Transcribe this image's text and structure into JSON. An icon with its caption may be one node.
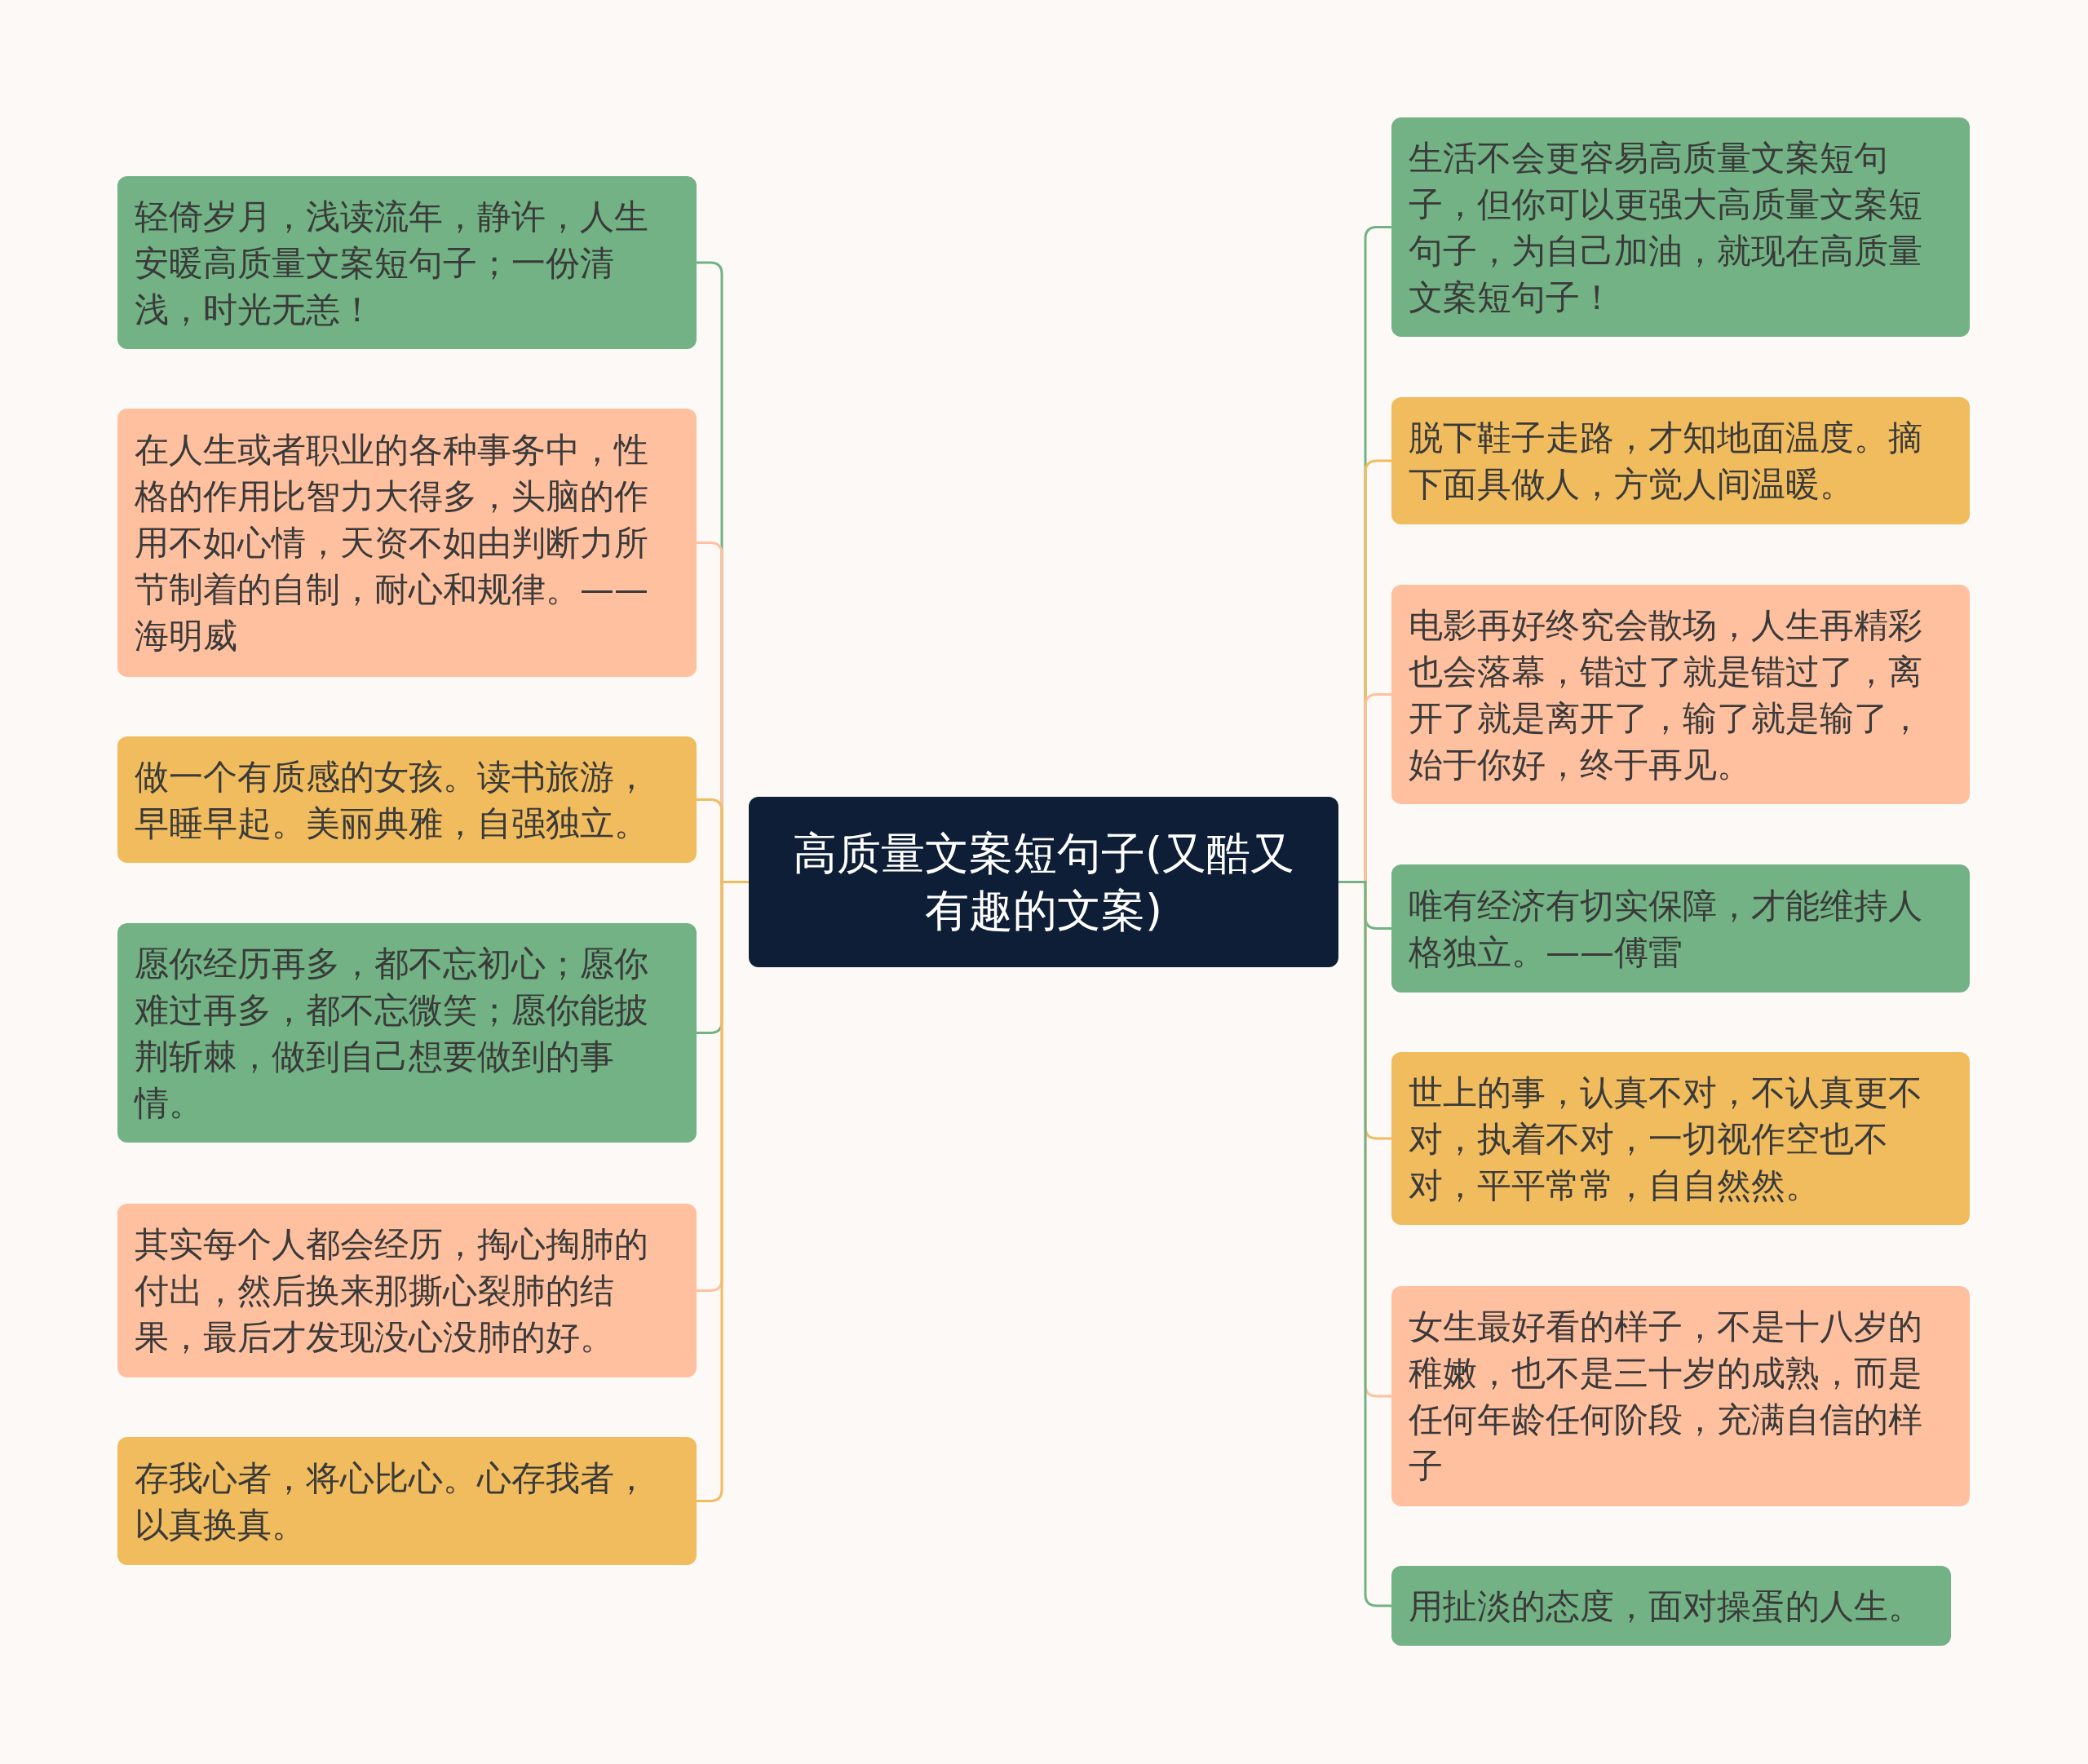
{
  "diagram": {
    "nodes": [
      {
        "text": [
          "高质量文案短句子(又酷又有趣的文案)"
        ]
      },
      {
        "text": [
          "轻倚岁月，浅读流年，静许，人生安暖高质量文案短句子；一份清浅，时光无恙！"
        ]
      },
      {
        "text": [
          "在人生或者职业的各种事务中，性格的作用比智力大得多，头脑的作用不如心情，天资不如由判断力所节制着的自制，耐心和规律。——海明威"
        ]
      },
      {
        "text": [
          "做一个有质感的女孩。读书旅游，早睡早起。美丽典雅，自强独立。"
        ]
      },
      {
        "text": [
          "愿你经历再多，都不忘初心；愿你难过再多，都不忘微笑；愿你能披荆斩棘，做到自己想要做到的事情。"
        ]
      },
      {
        "text": [
          "其实每个人都会经历，掏心掏肺的付出，然后换来那撕心裂肺的结果，最后才发现没心没肺的好。"
        ]
      },
      {
        "text": [
          "存我心者，将心比心。心存我者，以真换真。"
        ]
      },
      {
        "text": [
          "生活不会更容易高质量文案短句子，但你可以更强大高质量文案短句子，为自己加油，就现在高质量文案短句子！"
        ]
      },
      {
        "text": [
          "脱下鞋子走路，才知地面温度。摘下面具做人，方觉人间温暖。"
        ]
      },
      {
        "text": [
          "电影再好终究会散场，人生再精彩也会落幕，错过了就是错过了，离开了就是离开了，输了就是输了，始于你好，终于再见。"
        ]
      },
      {
        "text": [
          "唯有经济有切实保障，才能维持人格独立。——傅雷"
        ]
      },
      {
        "text": [
          "世上的事，认真不对，不认真更不对，执着不对，一切视作空也不对，平平常常，自自然然。"
        ]
      },
      {
        "text": [
          "女生最好看的样子，不是十八岁的稚嫩，也不是三十岁的成熟，而是任何年龄任何阶段，充满自信的样子"
        ]
      },
      {
        "text": [
          "用扯淡的态度，面对操蛋的人生。"
        ]
      }
    ],
    "edges": [
      {
        "from": 0,
        "to": 1,
        "arrow": "none",
        "color": "#72b284"
      },
      {
        "from": 0,
        "to": 2,
        "arrow": "none",
        "color": "#ffc09f"
      },
      {
        "from": 0,
        "to": 3,
        "arrow": "none",
        "color": "#f0bc5e"
      },
      {
        "from": 0,
        "to": 4,
        "arrow": "none",
        "color": "#72b284"
      },
      {
        "from": 0,
        "to": 5,
        "arrow": "none",
        "color": "#ffc09f"
      },
      {
        "from": 0,
        "to": 6,
        "arrow": "none",
        "color": "#f0bc5e"
      },
      {
        "from": 0,
        "to": 7,
        "arrow": "none",
        "color": "#72b284"
      },
      {
        "from": 0,
        "to": 8,
        "arrow": "none",
        "color": "#f0bc5e"
      },
      {
        "from": 0,
        "to": 9,
        "arrow": "none",
        "color": "#ffc09f"
      },
      {
        "from": 0,
        "to": 10,
        "arrow": "none",
        "color": "#72b284"
      },
      {
        "from": 0,
        "to": 11,
        "arrow": "none",
        "color": "#f0bc5e"
      },
      {
        "from": 0,
        "to": 12,
        "arrow": "none",
        "color": "#ffc09f"
      },
      {
        "from": 0,
        "to": 13,
        "arrow": "none",
        "color": "#72b284"
      }
    ]
  }
}
